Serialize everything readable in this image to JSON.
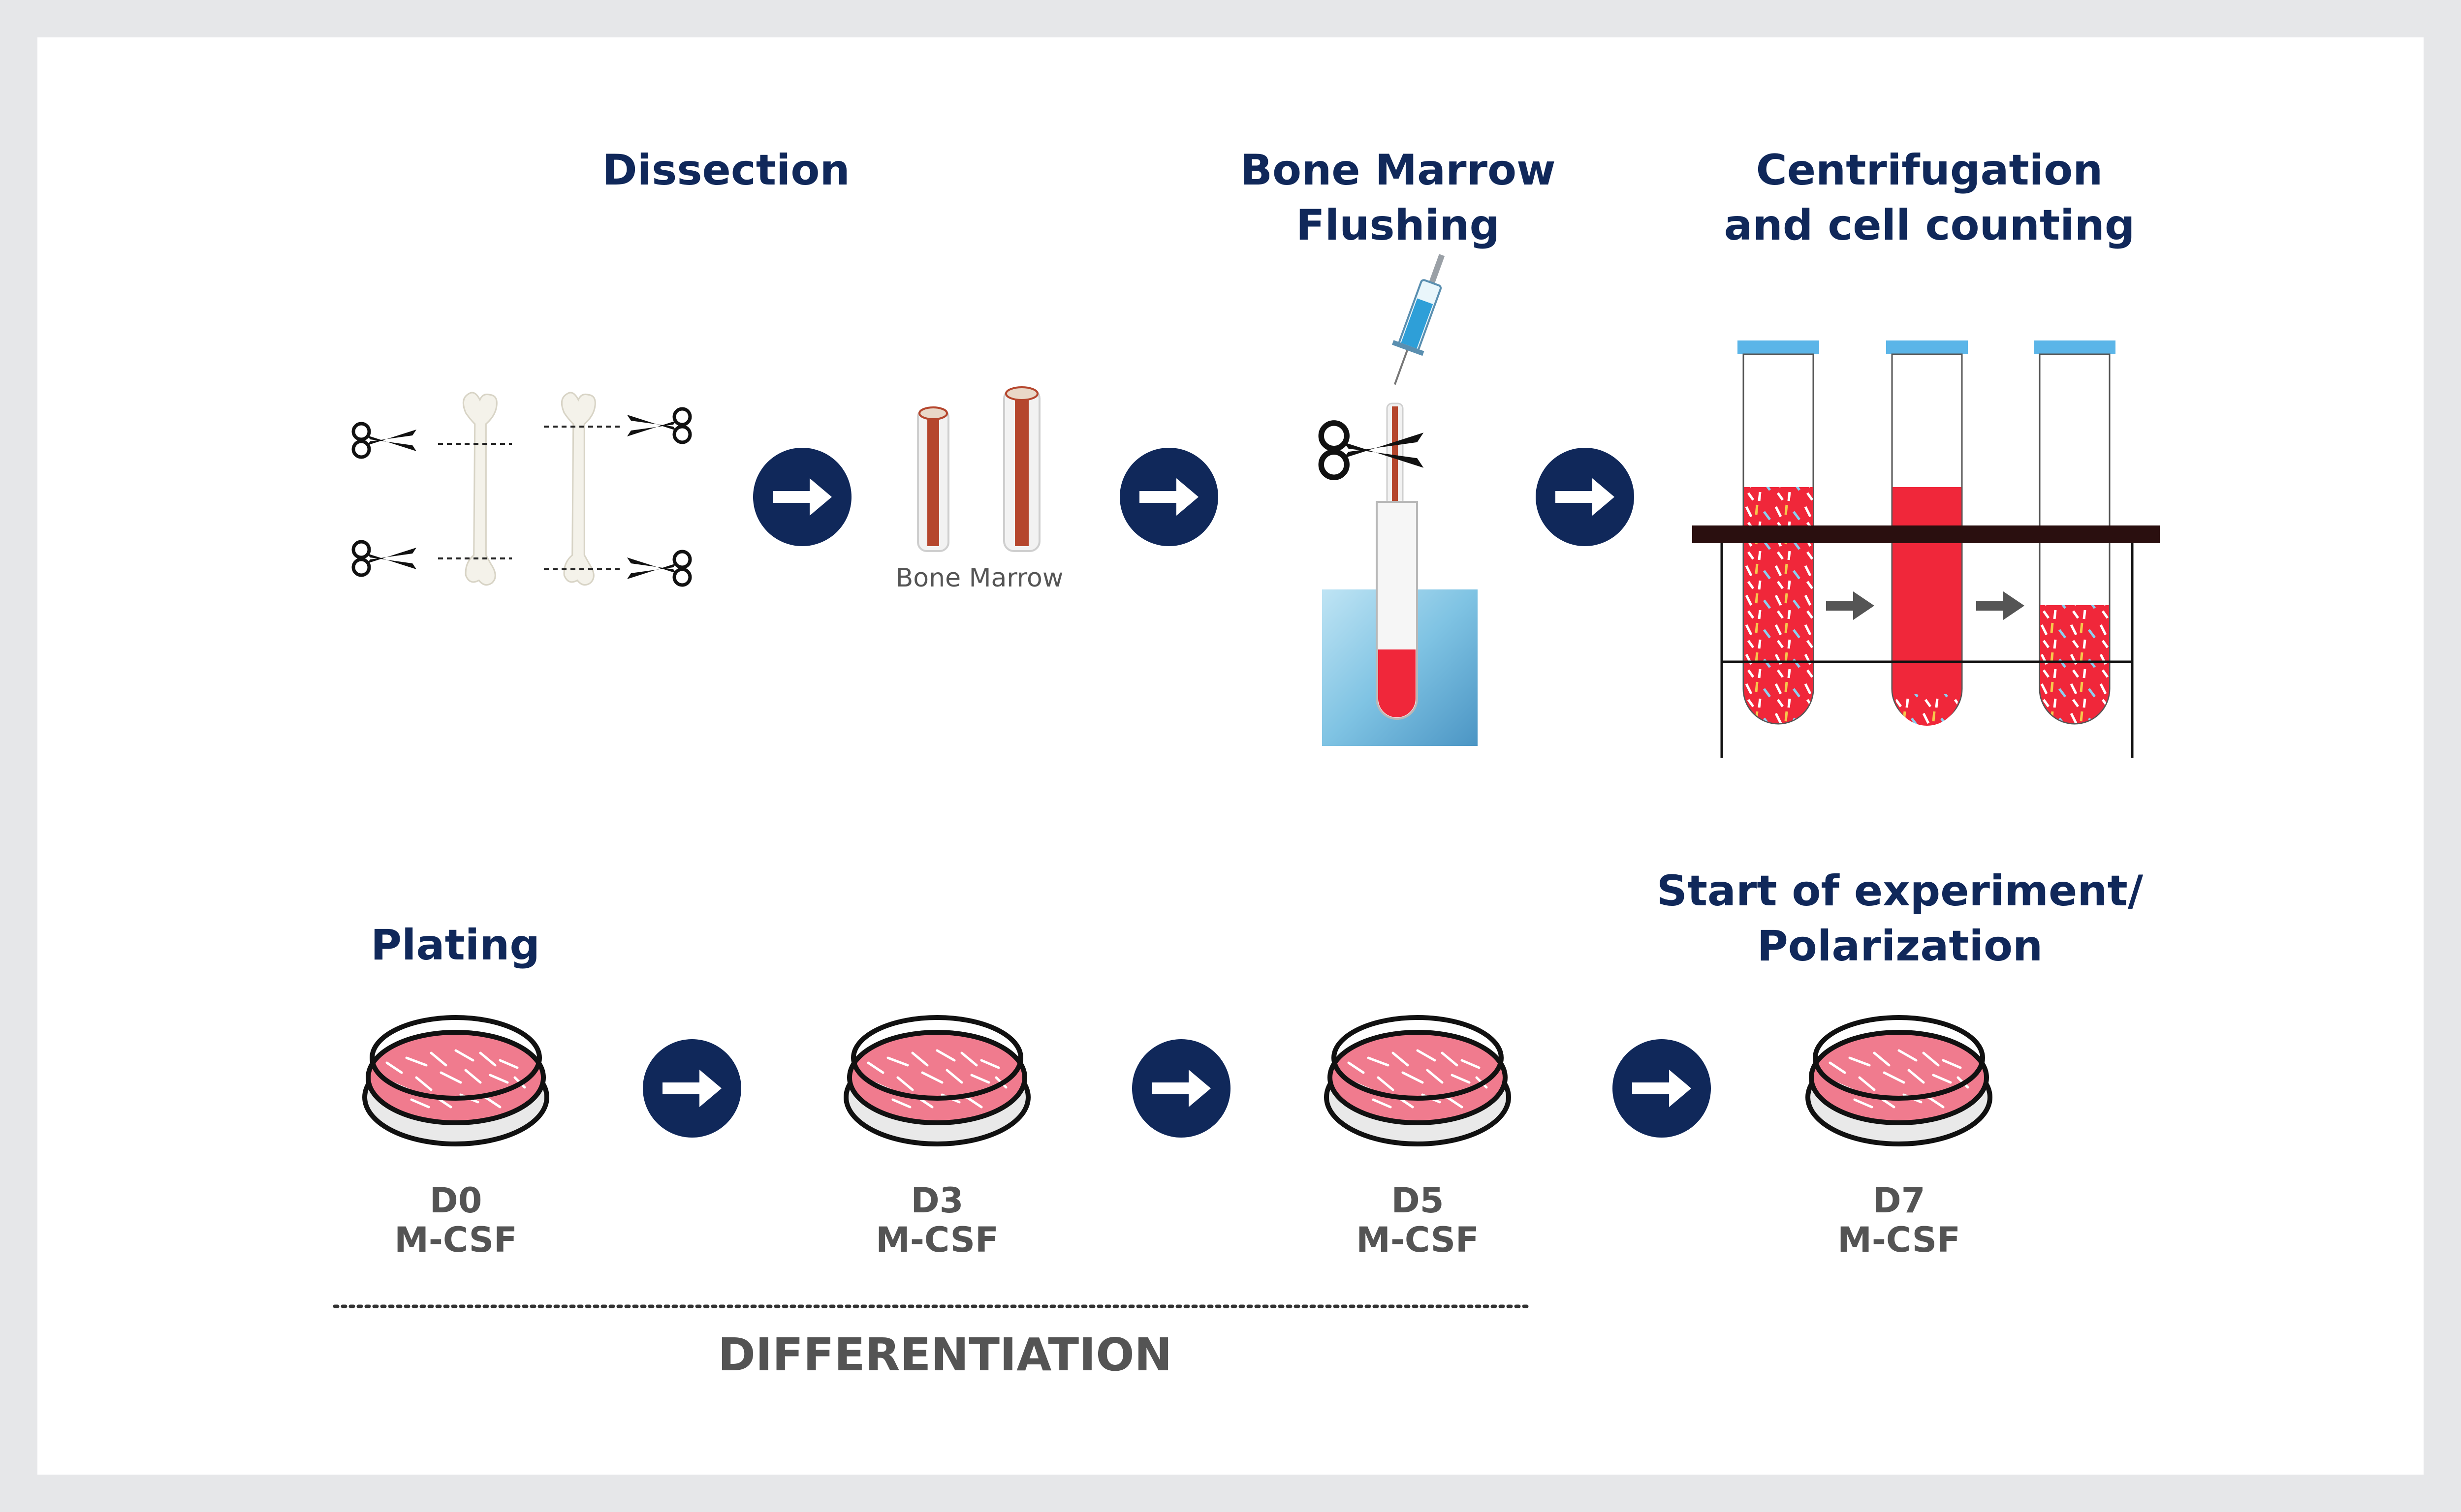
{
  "colors": {
    "navy": "#10285a",
    "label_gray": "#545454",
    "blood_red": "#f0273a",
    "dish_pink": "#f07b8e",
    "cap_blue": "#5bb5e8",
    "rack_dark": "#2a0f0f",
    "ice_blue": "#8fcde8"
  },
  "steps": {
    "dissection": {
      "title": "Dissection"
    },
    "flushing": {
      "title_line1": "Bone Marrow",
      "title_line2": "Flushing"
    },
    "centrifugation": {
      "title_line1": "Centrifugation",
      "title_line2": "and cell counting"
    },
    "plating": {
      "title": "Plating"
    },
    "experiment": {
      "title_line1": "Start of experiment/",
      "title_line2": "Polarization"
    }
  },
  "bone_marrow_label": "Bone Marrow",
  "days": [
    {
      "day": "D0",
      "factor": "M-CSF"
    },
    {
      "day": "D3",
      "factor": "M-CSF"
    },
    {
      "day": "D5",
      "factor": "M-CSF"
    },
    {
      "day": "D7",
      "factor": "M-CSF"
    }
  ],
  "phase_label": "DIFFERENTIATION",
  "icons": [
    "scissors-icon",
    "bone-icon",
    "arrow-right-icon",
    "syringe-icon",
    "test-tube-icon",
    "petri-dish-icon"
  ]
}
